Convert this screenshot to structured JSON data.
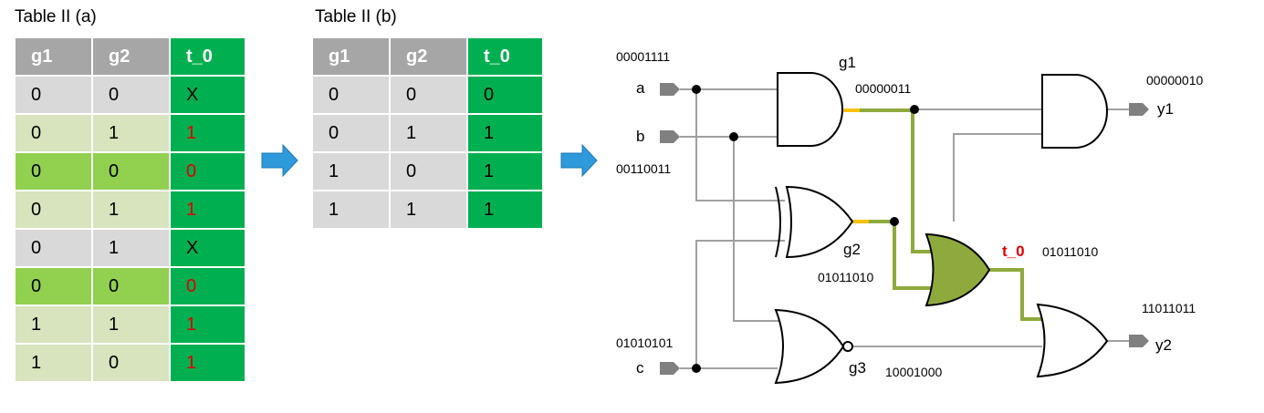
{
  "table_a": {
    "title": "Table II (a)",
    "headers": [
      "g1",
      "g2",
      "t_0"
    ],
    "rows": [
      {
        "g1": "0",
        "g2": "0",
        "t0": "X",
        "t0_color": "#000000",
        "bg": "#d9d9d9"
      },
      {
        "g1": "0",
        "g2": "1",
        "t0": "1",
        "t0_color": "#e00000",
        "bg": "#d7e4bd"
      },
      {
        "g1": "0",
        "g2": "0",
        "t0": "0",
        "t0_color": "#e00000",
        "bg": "#92d050"
      },
      {
        "g1": "0",
        "g2": "1",
        "t0": "1",
        "t0_color": "#e00000",
        "bg": "#d7e4bd"
      },
      {
        "g1": "0",
        "g2": "1",
        "t0": "X",
        "t0_color": "#000000",
        "bg": "#d9d9d9"
      },
      {
        "g1": "0",
        "g2": "0",
        "t0": "0",
        "t0_color": "#e00000",
        "bg": "#92d050"
      },
      {
        "g1": "1",
        "g2": "1",
        "t0": "1",
        "t0_color": "#e00000",
        "bg": "#d7e4bd"
      },
      {
        "g1": "1",
        "g2": "0",
        "t0": "1",
        "t0_color": "#e00000",
        "bg": "#d7e4bd"
      }
    ]
  },
  "table_b": {
    "title": "Table II (b)",
    "headers": [
      "g1",
      "g2",
      "t_0"
    ],
    "rows": [
      {
        "g1": "0",
        "g2": "0",
        "t0": "0"
      },
      {
        "g1": "0",
        "g2": "1",
        "t0": "1"
      },
      {
        "g1": "1",
        "g2": "0",
        "t0": "1"
      },
      {
        "g1": "1",
        "g2": "1",
        "t0": "1"
      }
    ]
  },
  "colors": {
    "header_gray": "#a6a6a6",
    "header_green": "#00b050",
    "cell_gray": "#d9d9d9",
    "cell_light_green": "#d7e4bd",
    "cell_green": "#92d050",
    "arrow_blue": "#2e9ad9",
    "wire_gray": "#a0a0a0",
    "wire_olive": "#8faa3c",
    "wire_yellow": "#ffc000",
    "gate_fill_olive": "#8faa3c",
    "label_red": "#e00000"
  },
  "circuit": {
    "inputs": {
      "a": {
        "name": "a",
        "value": "00001111"
      },
      "b": {
        "name": "b",
        "value": "00110011"
      },
      "c": {
        "name": "c",
        "value": "01010101"
      }
    },
    "gates": {
      "g1": {
        "label": "g1",
        "type": "AND",
        "output": "00000011"
      },
      "g2": {
        "label": "g2",
        "type": "XOR",
        "output": "01011010"
      },
      "g3": {
        "label": "g3",
        "type": "NOR",
        "output": "10001000"
      },
      "t0": {
        "label": "t_0",
        "type": "OR",
        "output": "01011010"
      }
    },
    "outputs": {
      "y1": {
        "name": "y1",
        "value": "00000010"
      },
      "y2": {
        "name": "y2",
        "value": "11011011"
      }
    }
  }
}
